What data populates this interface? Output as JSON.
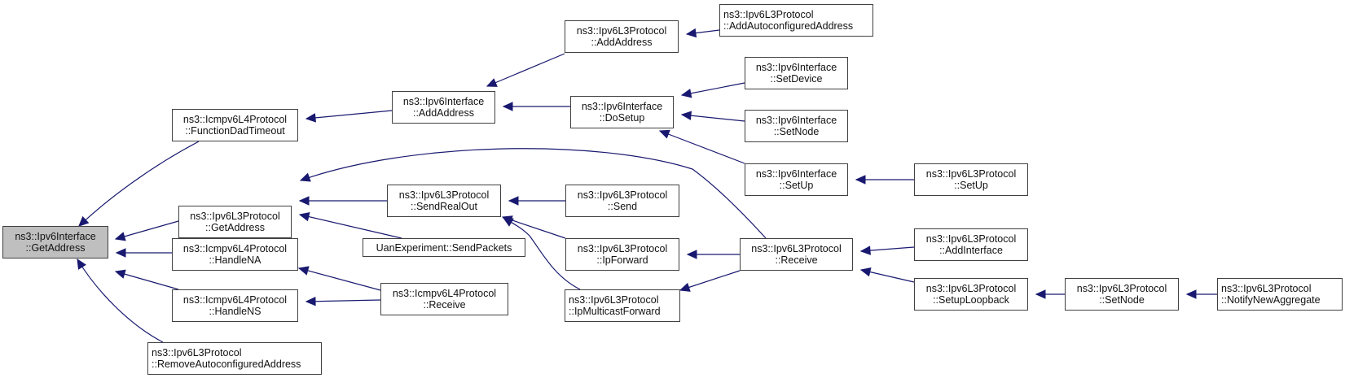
{
  "diagram": {
    "type": "doxygen-caller-graph",
    "edge_color": "#191970",
    "root_fill": "#bfbfbf",
    "nodes": [
      {
        "id": "n0",
        "line1": "ns3::Ipv6Interface",
        "line2": "::GetAddress",
        "root": true
      },
      {
        "id": "n1",
        "line1": "ns3::Icmpv6L4Protocol",
        "line2": "::FunctionDadTimeout"
      },
      {
        "id": "n2",
        "line1": "ns3::Ipv6L3Protocol",
        "line2": "::GetAddress"
      },
      {
        "id": "n3",
        "line1": "ns3::Icmpv6L4Protocol",
        "line2": "::HandleNA"
      },
      {
        "id": "n4",
        "line1": "ns3::Icmpv6L4Protocol",
        "line2": "::HandleNS"
      },
      {
        "id": "n5",
        "line1": "ns3::Ipv6L3Protocol",
        "line2": "::RemoveAutoconfiguredAddress",
        "left": true
      },
      {
        "id": "n6",
        "line1": "ns3::Ipv6Interface",
        "line2": "::AddAddress"
      },
      {
        "id": "n7",
        "line1": "ns3::Ipv6L3Protocol",
        "line2": "::SendRealOut"
      },
      {
        "id": "n8",
        "line1": "UanExperiment::SendPackets",
        "line2": ""
      },
      {
        "id": "n9",
        "line1": "ns3::Icmpv6L4Protocol",
        "line2": "::Receive"
      },
      {
        "id": "n10",
        "line1": "ns3::Ipv6L3Protocol",
        "line2": "::AddAddress"
      },
      {
        "id": "n11",
        "line1": "ns3::Ipv6Interface",
        "line2": "::DoSetup"
      },
      {
        "id": "n12",
        "line1": "ns3::Ipv6L3Protocol",
        "line2": "::Send"
      },
      {
        "id": "n13",
        "line1": "ns3::Ipv6L3Protocol",
        "line2": "::IpForward"
      },
      {
        "id": "n14",
        "line1": "ns3::Ipv6L3Protocol",
        "line2": "::IpMulticastForward",
        "left": true
      },
      {
        "id": "n15",
        "line1": "ns3::Ipv6L3Protocol",
        "line2": "::AddAutoconfiguredAddress",
        "left": true
      },
      {
        "id": "n16",
        "line1": "ns3::Ipv6Interface",
        "line2": "::SetDevice"
      },
      {
        "id": "n17",
        "line1": "ns3::Ipv6Interface",
        "line2": "::SetNode"
      },
      {
        "id": "n18",
        "line1": "ns3::Ipv6Interface",
        "line2": "::SetUp"
      },
      {
        "id": "n19",
        "line1": "ns3::Ipv6L3Protocol",
        "line2": "::Receive"
      },
      {
        "id": "n20",
        "line1": "ns3::Ipv6L3Protocol",
        "line2": "::SetUp"
      },
      {
        "id": "n21",
        "line1": "ns3::Ipv6L3Protocol",
        "line2": "::AddInterface"
      },
      {
        "id": "n22",
        "line1": "ns3::Ipv6L3Protocol",
        "line2": "::SetupLoopback"
      },
      {
        "id": "n23",
        "line1": "ns3::Ipv6L3Protocol",
        "line2": "::SetNode"
      },
      {
        "id": "n24",
        "line1": "ns3::Ipv6L3Protocol",
        "line2": "::NotifyNewAggregate",
        "left": true
      }
    ],
    "edges": [
      {
        "from": "n1",
        "to": "n0"
      },
      {
        "from": "n2",
        "to": "n0"
      },
      {
        "from": "n3",
        "to": "n0"
      },
      {
        "from": "n4",
        "to": "n0"
      },
      {
        "from": "n5",
        "to": "n0"
      },
      {
        "from": "n6",
        "to": "n1"
      },
      {
        "from": "n7",
        "to": "n2"
      },
      {
        "from": "n8",
        "to": "n2"
      },
      {
        "from": "n19",
        "to": "n2"
      },
      {
        "from": "n9",
        "to": "n3"
      },
      {
        "from": "n9",
        "to": "n4"
      },
      {
        "from": "n10",
        "to": "n6"
      },
      {
        "from": "n11",
        "to": "n6"
      },
      {
        "from": "n12",
        "to": "n7"
      },
      {
        "from": "n13",
        "to": "n7"
      },
      {
        "from": "n14",
        "to": "n7"
      },
      {
        "from": "n15",
        "to": "n10"
      },
      {
        "from": "n16",
        "to": "n11"
      },
      {
        "from": "n17",
        "to": "n11"
      },
      {
        "from": "n18",
        "to": "n11"
      },
      {
        "from": "n19",
        "to": "n13"
      },
      {
        "from": "n19",
        "to": "n14"
      },
      {
        "from": "n20",
        "to": "n18"
      },
      {
        "from": "n21",
        "to": "n19"
      },
      {
        "from": "n22",
        "to": "n19"
      },
      {
        "from": "n23",
        "to": "n22"
      },
      {
        "from": "n24",
        "to": "n23"
      }
    ]
  }
}
